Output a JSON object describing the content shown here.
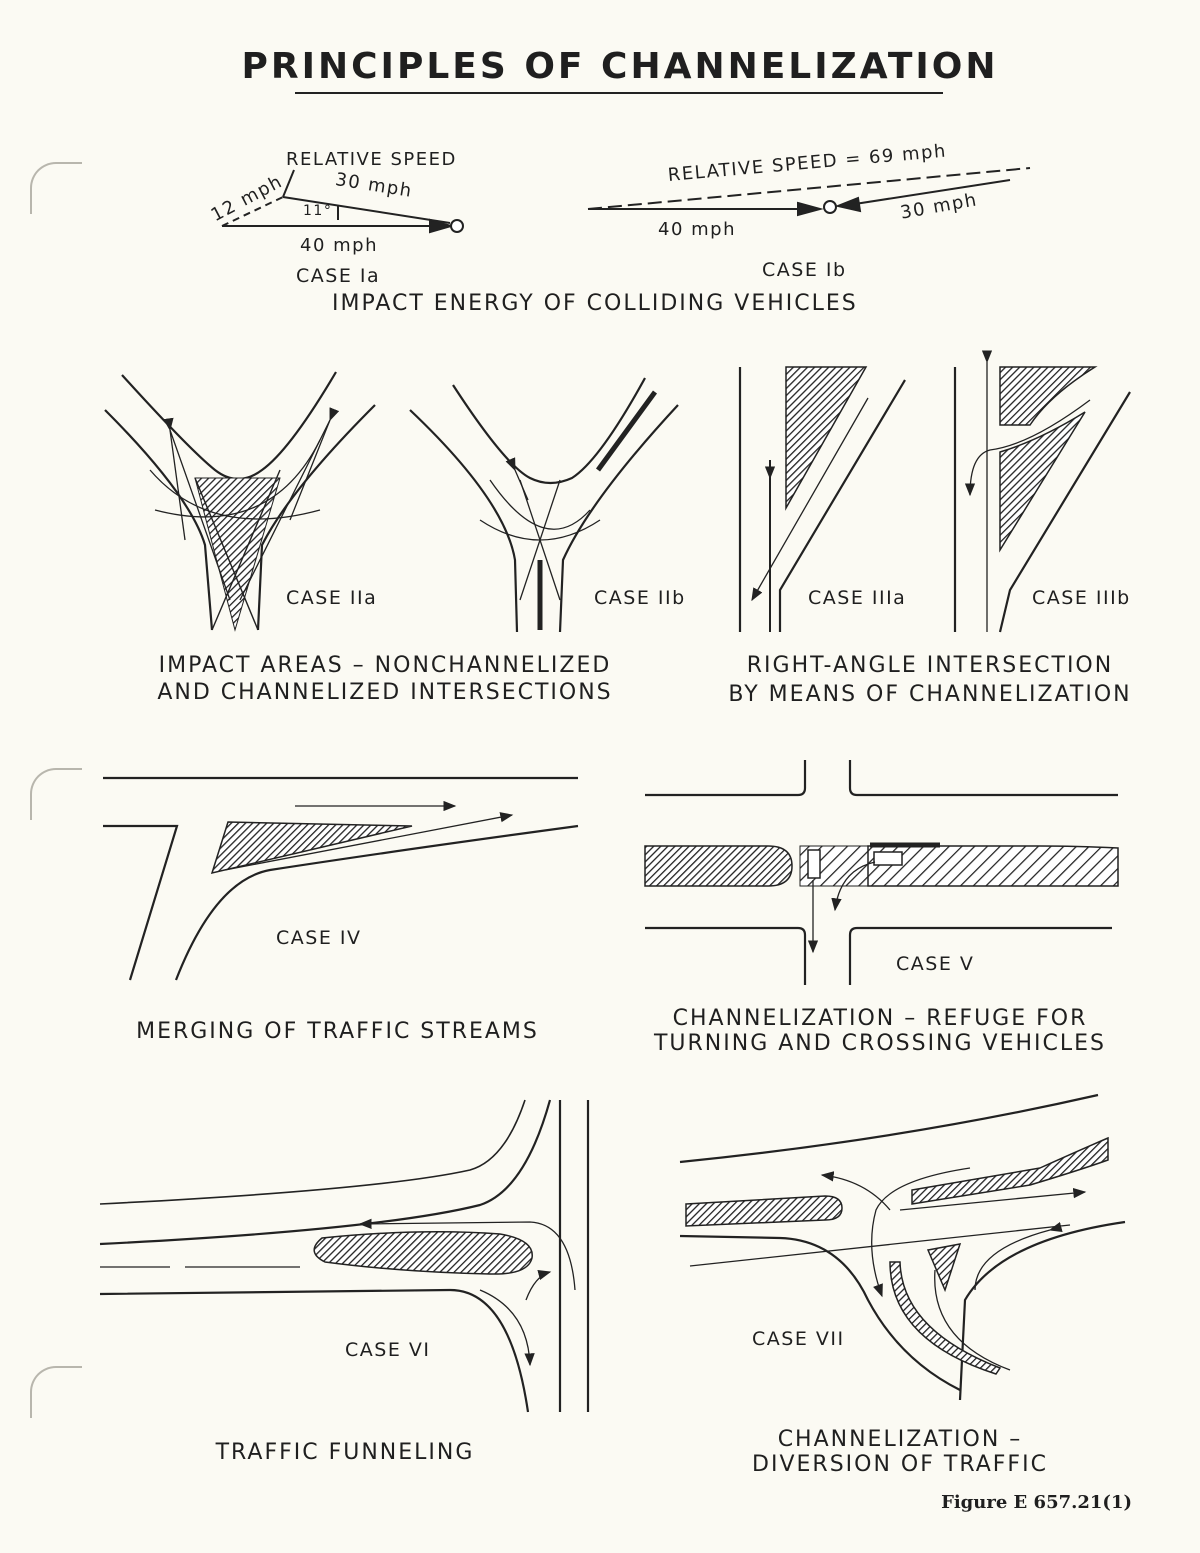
{
  "title": "PRINCIPLES OF CHANNELIZATION",
  "case_I": {
    "ia": {
      "relative_speed": "RELATIVE   SPEED",
      "speed_12": "12 mph",
      "speed_30": "30 mph",
      "angle": "11°",
      "speed_40": "40 mph",
      "case": "CASE Ia"
    },
    "ib": {
      "relative_speed": "RELATIVE  SPEED = 69 mph",
      "speed_40": "40 mph",
      "speed_30": "30 mph",
      "case": "CASE Ib"
    },
    "heading": "IMPACT ENERGY OF COLLIDING VEHICLES"
  },
  "case_II": {
    "a": "CASE IIa",
    "b": "CASE IIb",
    "heading_1": "IMPACT AREAS – NONCHANNELIZED",
    "heading_2": "AND CHANNELIZED INTERSECTIONS"
  },
  "case_III": {
    "a": "CASE IIIa",
    "b": "CASE IIIb",
    "heading_1": "RIGHT-ANGLE INTERSECTION",
    "heading_2": "BY MEANS OF CHANNELIZATION"
  },
  "case_IV": {
    "case": "CASE IV",
    "heading": "MERGING OF TRAFFIC STREAMS"
  },
  "case_V": {
    "case": "CASE V",
    "heading_1": "CHANNELIZATION – REFUGE FOR",
    "heading_2": "TURNING AND CROSSING VEHICLES"
  },
  "case_VI": {
    "case": "CASE VI",
    "heading": "TRAFFIC FUNNELING"
  },
  "case_VII": {
    "case": "CASE VII",
    "heading_1": "CHANNELIZATION –",
    "heading_2": "DIVERSION OF TRAFFIC"
  },
  "figure_number": "Figure E 657.21(1)"
}
